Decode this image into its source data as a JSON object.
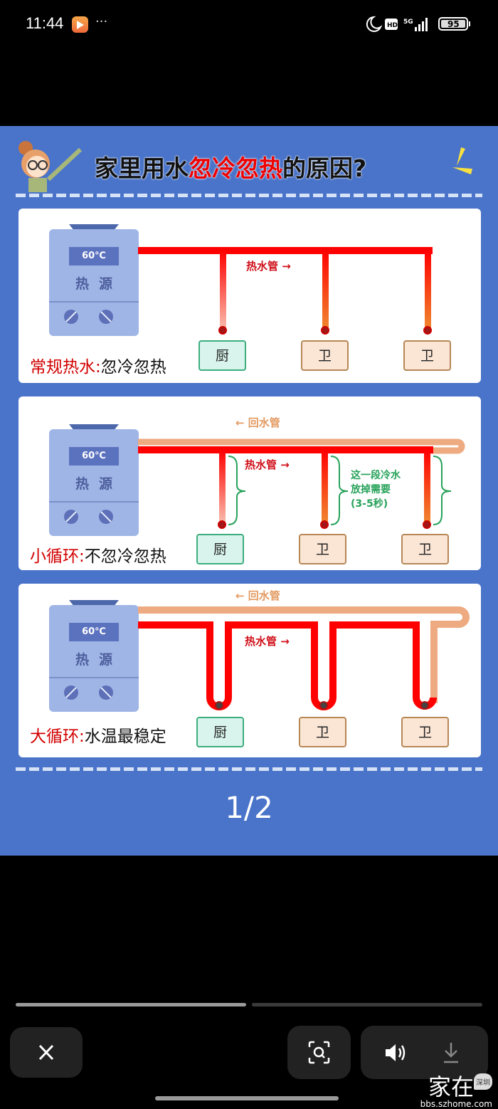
{
  "status_bar": {
    "time": "11:44",
    "more": "···",
    "hd": "HD",
    "network": "5G",
    "battery": "95"
  },
  "image": {
    "title_parts": [
      "家里用水",
      "忽冷忽热",
      "的原因?"
    ],
    "heater": {
      "temp": "60℃",
      "label": "热源"
    },
    "hot_pipe_label": "热水管 →",
    "return_pipe_label": "← 回水管",
    "rooms": [
      "厨",
      "卫",
      "卫"
    ],
    "panels": [
      {
        "caption_red": "常规热水:",
        "caption_black": "忽冷忽热"
      },
      {
        "caption_red": "小循环:",
        "caption_black": "不忽冷忽热",
        "note": [
          "这一段冷水",
          "放掉需要",
          "(3-5秒)"
        ]
      },
      {
        "caption_red": "大循环:",
        "caption_black": "水温最稳定"
      }
    ]
  },
  "pager": "1/2",
  "progress": {
    "current": 1,
    "total": 2
  },
  "watermark": {
    "brand": "家在",
    "badge": "深圳",
    "url": "bbs.szhome.com"
  },
  "colors": {
    "blue": "#4a74c9",
    "hot": "#ff0000",
    "return": "#eeaa80",
    "green": "#27a25a"
  }
}
